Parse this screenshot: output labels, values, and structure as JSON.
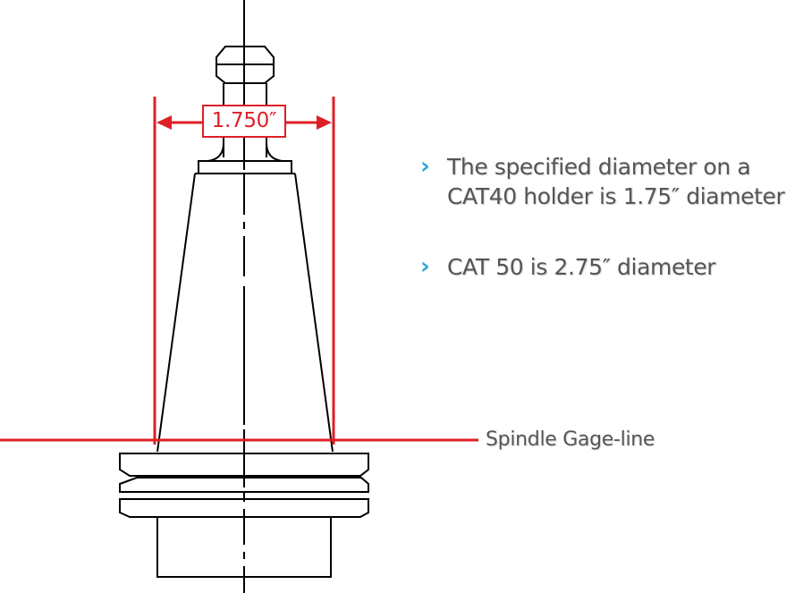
{
  "dimension": {
    "label": "1.750″"
  },
  "bullets": [
    {
      "icon": "chevron-right-icon",
      "text": "The specified diameter on a CAT40 holder is 1.75″ diameter"
    },
    {
      "icon": "chevron-right-icon",
      "text": "CAT 50 is 2.75″ diameter"
    }
  ],
  "gage_line": {
    "label": "Spindle Gage-line"
  },
  "colors": {
    "accent": "#dd1f26",
    "drawing": "#000000",
    "bullet": "#2aa6d8",
    "text": "#555555"
  }
}
